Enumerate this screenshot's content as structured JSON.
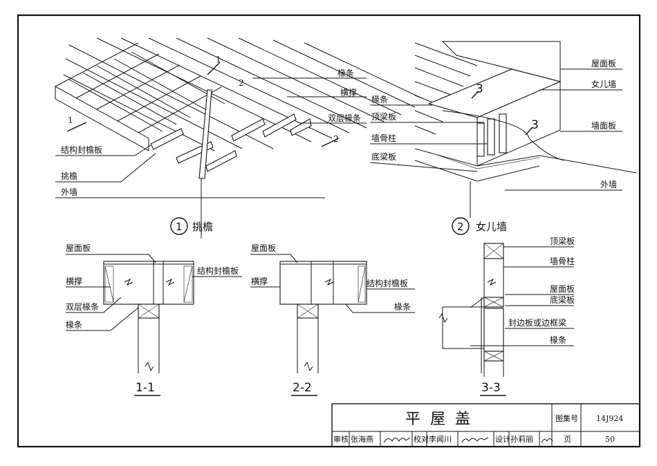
{
  "detail1": {
    "title": "挑檐",
    "number": "1",
    "labels": {
      "rafter": "椽条",
      "cross_brace": "横撑",
      "double_rafter": "双层椽条",
      "fascia": "结构封檐板",
      "eave": "挑檐",
      "exterior_wall": "外墙"
    },
    "marks": {
      "a": "1",
      "b": "2"
    }
  },
  "detail2": {
    "title": "女儿墙",
    "number": "2",
    "labels": {
      "roof_panel": "屋面板",
      "parapet": "女儿墙",
      "rafter": "椽条",
      "top_plate": "顶梁板",
      "wall_panel": "墙面板",
      "stud": "墙骨柱",
      "bottom_plate": "底梁板",
      "exterior_wall": "外墙"
    },
    "marks": {
      "a": "3",
      "b": "3"
    }
  },
  "sections": {
    "s11": {
      "title": "1-1",
      "labels": {
        "roof_panel": "屋面板",
        "cross_brace": "横撑",
        "double_rafter": "双层椽条",
        "rafter": "椽条",
        "fascia": "结构封檐板"
      }
    },
    "s22": {
      "title": "2-2",
      "labels": {
        "roof_panel": "屋面板",
        "cross_brace": "横撑",
        "fascia": "结构封檐板",
        "rafter": "椽条"
      }
    },
    "s33": {
      "title": "3-3",
      "labels": {
        "top_plate": "顶梁板",
        "stud": "墙骨柱",
        "roof_panel": "屋面板",
        "bottom_plate": "底梁板",
        "rim_board": "封边板或边框梁",
        "rafter": "椽条"
      }
    }
  },
  "title_block": {
    "title": "平屋盖",
    "atlas_label": "图集号",
    "atlas_no": "14J924",
    "page_label": "页",
    "page_no": "50",
    "review_label": "审核",
    "reviewer": "张海燕",
    "check_label": "校对",
    "checker": "李闻川",
    "design_label": "设计",
    "designer": "孙莉丽"
  }
}
